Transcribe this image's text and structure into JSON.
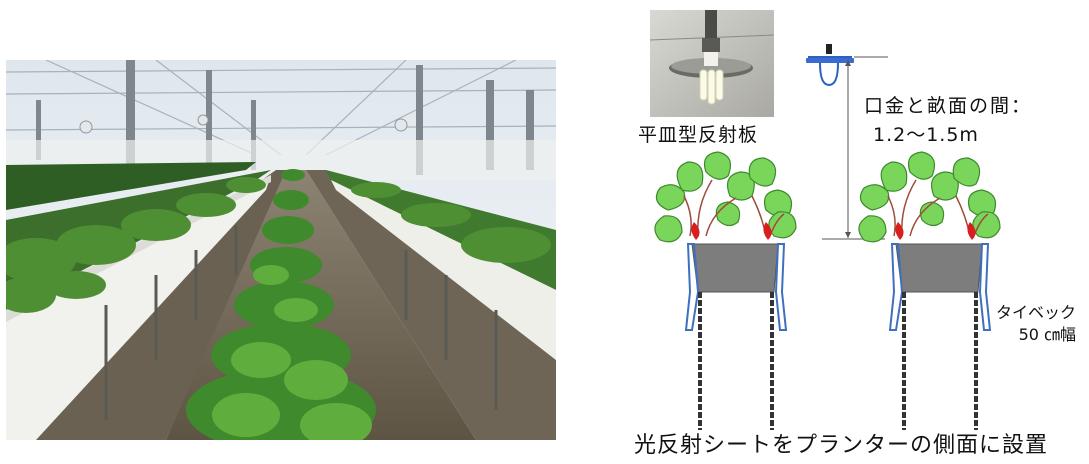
{
  "photo": {
    "description_icon": "greenhouse-strawberry-rows-photo"
  },
  "lamp_photo": {
    "icon": "flat-dish-reflector-lamp-photo"
  },
  "labels": {
    "lamp_type": "平皿型反射板",
    "gap_title": "口金と畝面の間：",
    "gap_value": "1.2～1.5m",
    "sheet_name": "タイベック",
    "sheet_width": "50 ㎝幅",
    "caption": "光反射シートをプランターの側面に設置"
  },
  "colors": {
    "leaf": "#7ad65a",
    "leaf_outline": "#3f8a2e",
    "stem_red": "#d81e1e",
    "planter_gray": "#7d7d7d",
    "sheet_blue": "#3f6fbf",
    "leg_dark": "#333333",
    "lamp_blue": "#2f5fc0"
  }
}
